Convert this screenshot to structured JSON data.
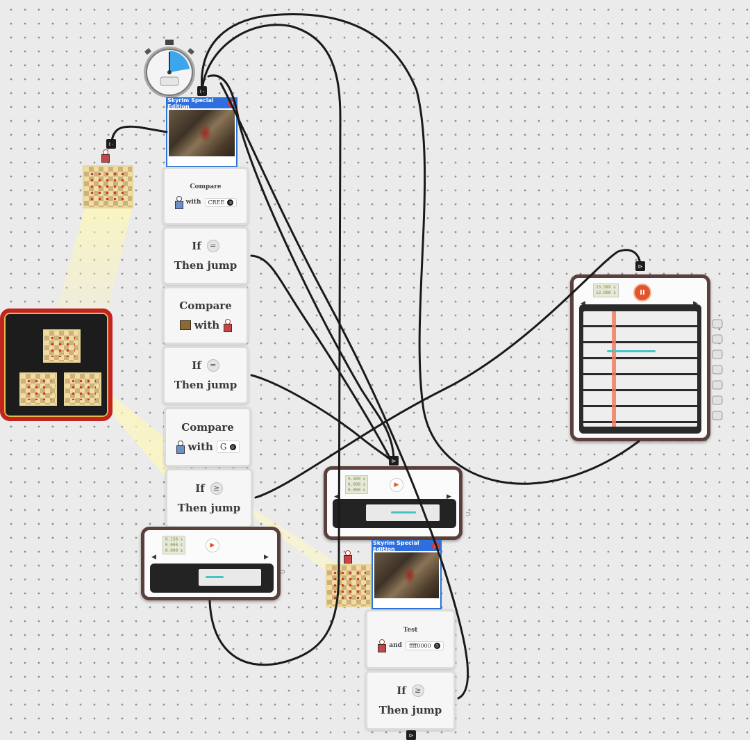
{
  "game_window_label": "Skyrim Special Edition",
  "close_glyph": "×",
  "cards": [
    {
      "id": "compare-1",
      "title": "Compare",
      "with_label": "with",
      "field_value": "CREE",
      "field_icon": "◎"
    },
    {
      "id": "if-1",
      "if_label": "If",
      "op": "=",
      "jump_label": "Then jump"
    },
    {
      "id": "compare-2",
      "title": "Compare",
      "with_label": "with"
    },
    {
      "id": "if-2",
      "if_label": "If",
      "op": "=",
      "jump_label": "Then jump"
    },
    {
      "id": "compare-3",
      "title": "Compare",
      "with_label": "with",
      "field_value": "G",
      "field_icon": "◎"
    },
    {
      "id": "if-3",
      "if_label": "If",
      "op": "≥",
      "jump_label": "Then jump"
    },
    {
      "id": "test-1",
      "title": "Test",
      "and_label": "and",
      "field_value": "ffff0000",
      "field_icon": "◎"
    },
    {
      "id": "if-4",
      "if_label": "If",
      "op": "≥",
      "jump_label": "Then jump"
    }
  ],
  "players": {
    "small_left": {
      "counter": [
        "0.150 s",
        "0.000 s",
        "0.000 s"
      ],
      "progress": 0.2
    },
    "small_mid": {
      "counter": [
        "0.300 s",
        "0.000 s",
        "0.000 s"
      ],
      "progress": 0.2
    },
    "large_right": {
      "counter": [
        "13.589 s",
        "12.000 s"
      ],
      "progress": 0.25
    }
  },
  "icons": {
    "play": "▶",
    "pause": "II",
    "skip_back": "◀",
    "skip_fwd": "▶",
    "tab_out": "⊳",
    "plug": "⊃"
  },
  "colors": {
    "accent_orange": "#e0552b",
    "device_frame": "#5a3f3c",
    "wire": "#1a1a1a",
    "screen_frame_red": "#c2231f",
    "tape_cyan": "#46c4c4",
    "timer_blue": "#3ba6ea"
  }
}
